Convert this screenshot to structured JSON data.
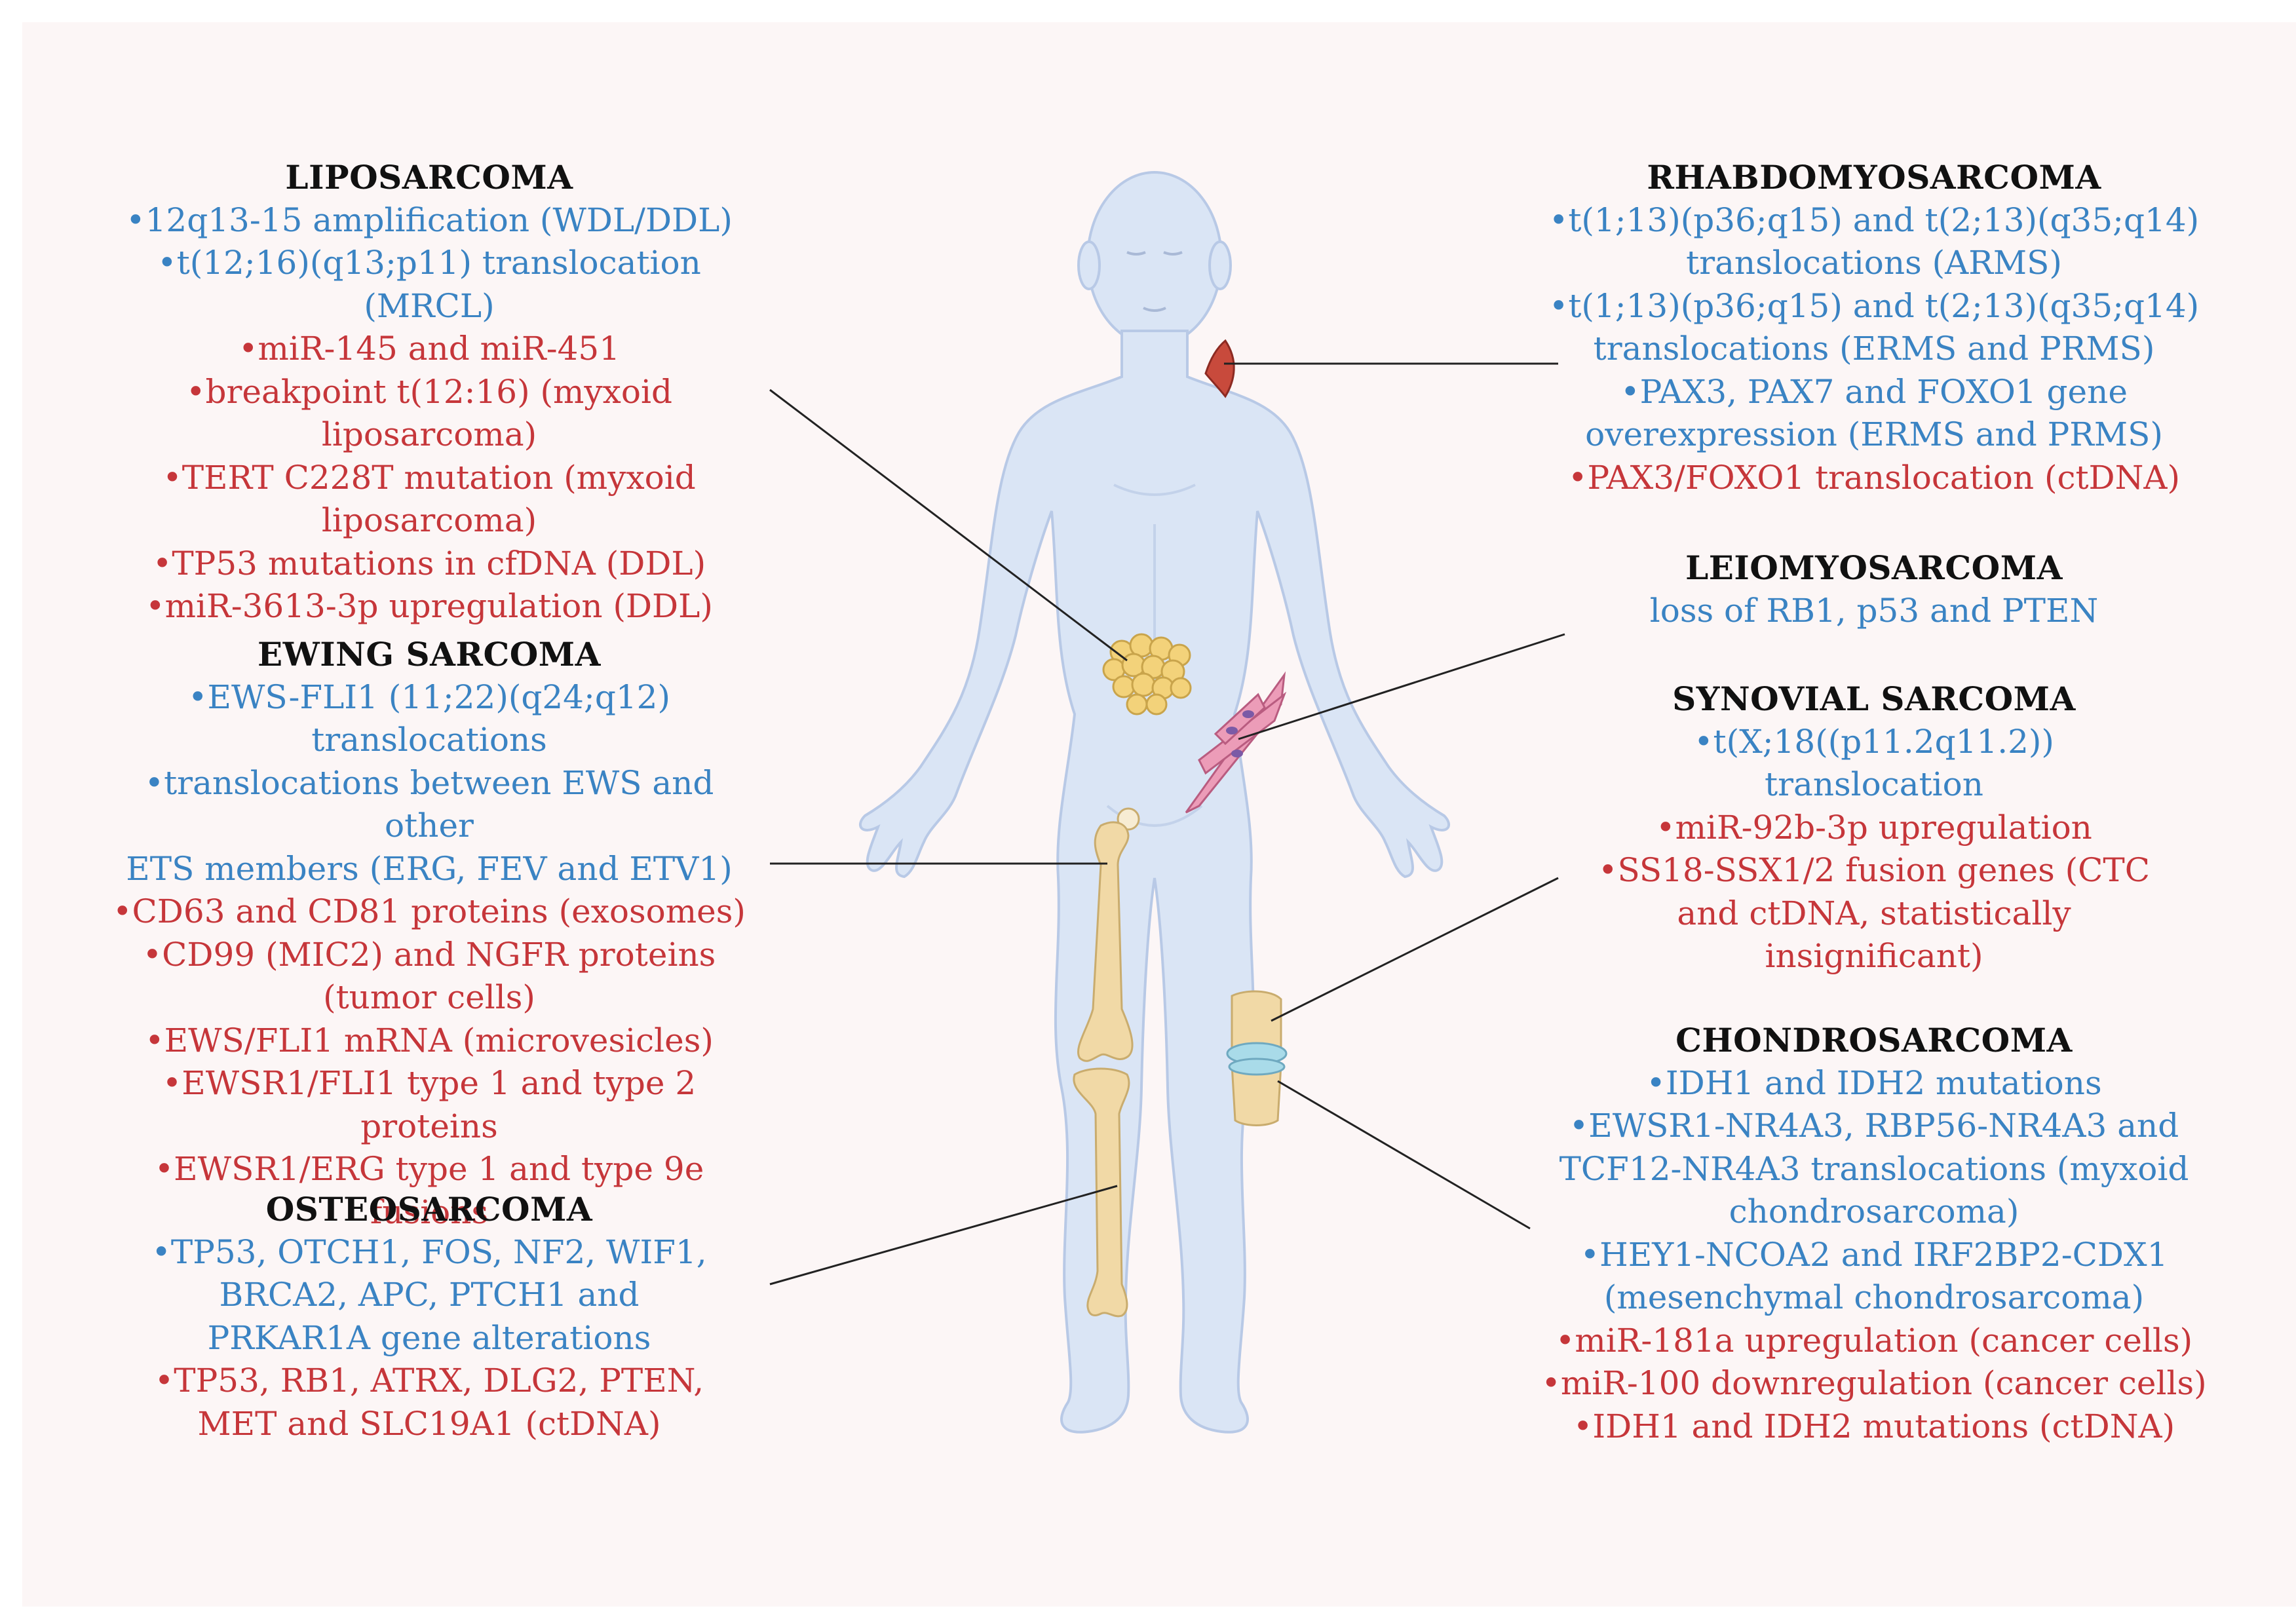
{
  "colors": {
    "background": "#fcf6f6",
    "heading": "#111111",
    "blue_text": "#3a83c3",
    "red_text": "#c6363a",
    "body_fill": "#dae5f5",
    "body_stroke": "#b8c9e6",
    "bone_fill": "#f1d9a6",
    "fat_fill": "#f3d27a",
    "muscle_fill": "#c84a3c",
    "smooth_muscle_fill": "#ec9cb8",
    "cartilage_fill": "#a9dbe9",
    "leader_line": "#222222"
  },
  "illustration": {
    "body": "human-body-outline",
    "organs": [
      "adipose-tissue",
      "skeletal-muscle-neck",
      "smooth-muscle-cells",
      "femur-bone",
      "tibia-bone",
      "knee-joint"
    ]
  },
  "sections": {
    "liposarcoma": {
      "title": "LIPOSARCOMA",
      "items": [
        {
          "text": "•12q13-15 amplification (WDL/DDL)",
          "color": "blue"
        },
        {
          "text": "•t(12;16)(q13;p11) translocation (MRCL)",
          "color": "blue"
        },
        {
          "text": "•miR-145 and miR-451",
          "color": "red"
        },
        {
          "text": "•breakpoint t(12:16) (myxoid liposarcoma)",
          "color": "red"
        },
        {
          "text": "•TERT C228T mutation (myxoid\nliposarcoma)",
          "color": "red"
        },
        {
          "text": "•TP53 mutations in cfDNA (DDL)",
          "color": "red"
        },
        {
          "text": "•miR-3613-3p upregulation (DDL)",
          "color": "red"
        }
      ]
    },
    "ewing": {
      "title": "EWING SARCOMA",
      "items": [
        {
          "text": "•EWS-FLI1 (11;22)(q24;q12)\ntranslocations",
          "color": "blue"
        },
        {
          "text": "•translocations between EWS and other\nETS members (ERG, FEV and ETV1)",
          "color": "blue"
        },
        {
          "text": "•CD63 and CD81 proteins (exosomes)",
          "color": "red"
        },
        {
          "text": "•CD99 (MIC2) and NGFR proteins\n(tumor cells)",
          "color": "red"
        },
        {
          "text": "•EWS/FLI1 mRNA (microvesicles)",
          "color": "red"
        },
        {
          "text": "•EWSR1/FLI1 type 1 and type 2 proteins",
          "color": "red"
        },
        {
          "text": "•EWSR1/ERG type 1 and type 9e fusions",
          "color": "red"
        }
      ]
    },
    "osteosarcoma": {
      "title": "OSTEOSARCOMA",
      "items": [
        {
          "text": "•TP53, OTCH1, FOS, NF2, WIF1,\nBRCA2, APC, PTCH1 and\nPRKAR1A gene alterations",
          "color": "blue"
        },
        {
          "text": "•TP53, RB1, ATRX, DLG2, PTEN,\nMET and SLC19A1 (ctDNA)",
          "color": "red"
        }
      ]
    },
    "rhabdomyosarcoma": {
      "title": "RHABDOMYOSARCOMA",
      "items": [
        {
          "text": "•t(1;13)(p36;q15) and t(2;13)(q35;q14)\ntranslocations (ARMS)",
          "color": "blue"
        },
        {
          "text": "•t(1;13)(p36;q15) and t(2;13)(q35;q14)\ntranslocations (ERMS and PRMS)",
          "color": "blue"
        },
        {
          "text": "•PAX3, PAX7 and FOXO1 gene\noverexpression (ERMS and PRMS)",
          "color": "blue"
        },
        {
          "text": "•PAX3/FOXO1 translocation (ctDNA)",
          "color": "red"
        }
      ]
    },
    "leiomyosarcoma": {
      "title": "LEIOMYOSARCOMA",
      "items": [
        {
          "text": "loss of RB1, p53 and PTEN",
          "color": "blue"
        }
      ]
    },
    "synovial": {
      "title": "SYNOVIAL SARCOMA",
      "items": [
        {
          "text": "•t(X;18((p11.2q11.2))\ntranslocation",
          "color": "blue"
        },
        {
          "text": "•miR-92b-3p upregulation",
          "color": "red"
        },
        {
          "text": "•SS18-SSX1/2 fusion genes (CTC\nand ctDNA, statistically\ninsignificant)",
          "color": "red"
        }
      ]
    },
    "chondrosarcoma": {
      "title": "CHONDROSARCOMA",
      "items": [
        {
          "text": "•IDH1 and IDH2 mutations",
          "color": "blue"
        },
        {
          "text": "•EWSR1-NR4A3, RBP56-NR4A3 and\nTCF12-NR4A3 translocations (myxoid\nchondrosarcoma)",
          "color": "blue"
        },
        {
          "text": "•HEY1-NCOA2 and IRF2BP2-CDX1\n(mesenchymal chondrosarcoma)",
          "color": "blue"
        },
        {
          "text": "•miR-181a upregulation (cancer cells)",
          "color": "red"
        },
        {
          "text": "•miR-100 downregulation (cancer cells)",
          "color": "red"
        },
        {
          "text": "•IDH1 and IDH2 mutations (ctDNA)",
          "color": "red"
        }
      ]
    }
  }
}
